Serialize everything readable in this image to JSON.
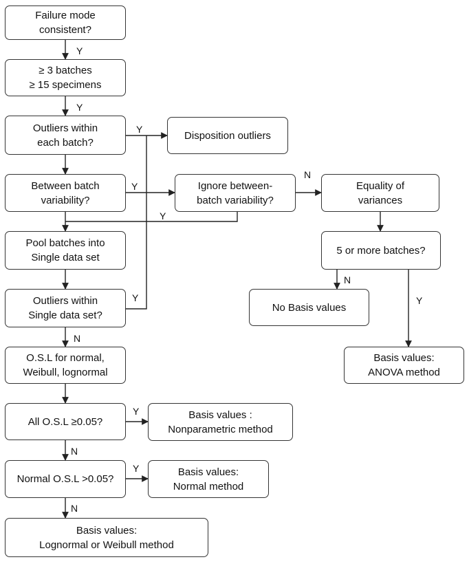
{
  "nodes": {
    "failure_mode": [
      "Failure mode",
      "consistent?"
    ],
    "batches": [
      "≥ 3 batches",
      "≥ 15 specimens"
    ],
    "outliers_batch": [
      "Outliers within",
      "each batch?"
    ],
    "disposition": [
      "Disposition outliers"
    ],
    "between_batch": [
      "Between batch",
      "variability?"
    ],
    "ignore_between": [
      "Ignore between-",
      "batch variability?"
    ],
    "equality": [
      "Equality of",
      "variances"
    ],
    "pool": [
      "Pool batches into",
      "Single data set"
    ],
    "five_batches": [
      "5 or more batches?"
    ],
    "outliers_single": [
      "Outliers within",
      "Single data set?"
    ],
    "no_basis": [
      "No Basis values"
    ],
    "osl": [
      "O.S.L for normal,",
      "Weibull, lognormal"
    ],
    "anova": [
      "Basis values:",
      "ANOVA method"
    ],
    "all_osl": [
      "All O.S.L ≥0.05?"
    ],
    "nonparam": [
      "Basis values :",
      "Nonparametric method"
    ],
    "normal_osl": [
      "Normal O.S.L >0.05?"
    ],
    "normal_method": [
      "Basis values:",
      "Normal method"
    ],
    "lognormal": [
      "Basis values:",
      "Lognormal or Weibull method"
    ]
  },
  "labels": {
    "y1": "Y",
    "y2": "Y",
    "y3": "Y",
    "y4": "Y",
    "y5": "Y",
    "y6": "Y",
    "y7": "Y",
    "y8": "Y",
    "y9": "Y",
    "n1": "N",
    "n2": "N",
    "n3": "N",
    "n4": "N",
    "n5": "N"
  }
}
